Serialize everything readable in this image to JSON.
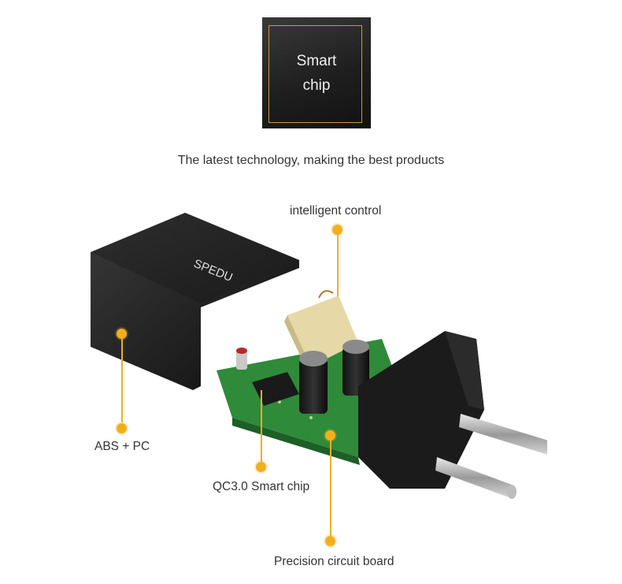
{
  "badge": {
    "line1": "Smart",
    "line2": "chip"
  },
  "tagline": "The latest technology, making the best products",
  "callouts": {
    "intelligent_control": "intelligent control",
    "abs_pc": "ABS + PC",
    "qc_chip": "QC3.0 Smart chip",
    "circuit_board": "Precision circuit board"
  },
  "product": {
    "brand": "SPEDU"
  },
  "colors": {
    "accent": "#f0b01e",
    "frame": "#c89a3c",
    "badge_bg": "#1f1f1f"
  }
}
